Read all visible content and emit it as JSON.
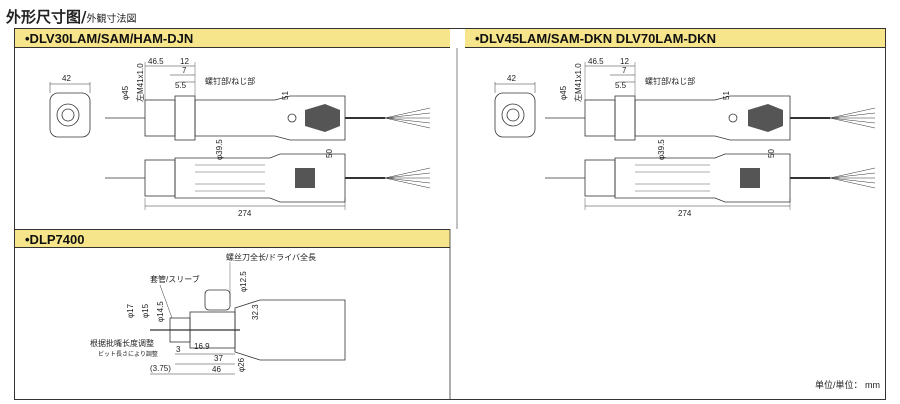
{
  "heading": {
    "main": "外形尺寸图/",
    "sub": "外観寸法図"
  },
  "models": {
    "a": "•DLV30LAM/SAM/HAM-DJN",
    "b": "•DLV45LAM/SAM-DKN   DLV70LAM-DKN",
    "c": "•DLP7400"
  },
  "dims_a": {
    "d42": "42",
    "d46_5": "46.5",
    "d12": "12",
    "d7": "7",
    "d5_5": "5.5",
    "phi45": "φ45",
    "thread": "左M41x1.0",
    "d51": "51",
    "screw_label": "螺钉部/ねじ部",
    "phi39_5": "φ39.5",
    "d50": "50",
    "d274": "274"
  },
  "dims_b": {
    "d42": "42",
    "d46_5": "46.5",
    "d12": "12",
    "d7": "7",
    "d5_5": "5.5",
    "phi45": "φ45",
    "thread": "左M41x1.0",
    "d51": "51",
    "screw_label": "螺钉部/ねじ部",
    "phi39_5": "φ39.5",
    "d50": "50",
    "d274": "274"
  },
  "dims_c": {
    "bit_length": "螺丝刀全长/ドライバ全長",
    "sleeve": "套管/スリーブ",
    "phi12_5": "φ12.5",
    "phi17": "φ17",
    "phi15": "φ15",
    "phi14_5": "φ14.5",
    "d32_3": "32.3",
    "d3": "3",
    "d16_9": "16.9",
    "d37": "37",
    "phi26": "φ26",
    "d3_75": "(3.75)",
    "d46": "46",
    "adjust": "根据批嘴长度调整",
    "adjust_sub": "ビット長さにより調整"
  },
  "unit": "单位/単位： mm"
}
